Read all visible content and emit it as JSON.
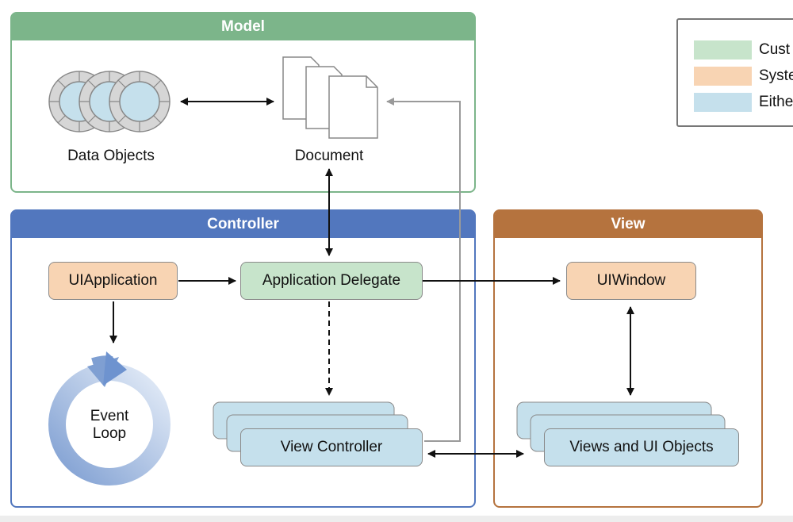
{
  "model": {
    "title": "Model",
    "data_objects_label": "Data Objects",
    "document_label": "Document"
  },
  "controller": {
    "title": "Controller",
    "uiapplication": "UIApplication",
    "app_delegate": "Application Delegate",
    "event_loop_line1": "Event",
    "event_loop_line2": "Loop",
    "view_controller": "View Controller"
  },
  "view": {
    "title": "View",
    "uiwindow": "UIWindow",
    "views_ui_objects": "Views and UI Objects"
  },
  "legend": {
    "items": [
      {
        "label": "Cust",
        "color": "#c7e4cb"
      },
      {
        "label": "Syste",
        "color": "#f8d4b3"
      },
      {
        "label": "Eithe",
        "color": "#c5e0ec"
      }
    ]
  },
  "colors": {
    "model": "#7cb58a",
    "controller": "#5277be",
    "view": "#b5733e"
  }
}
